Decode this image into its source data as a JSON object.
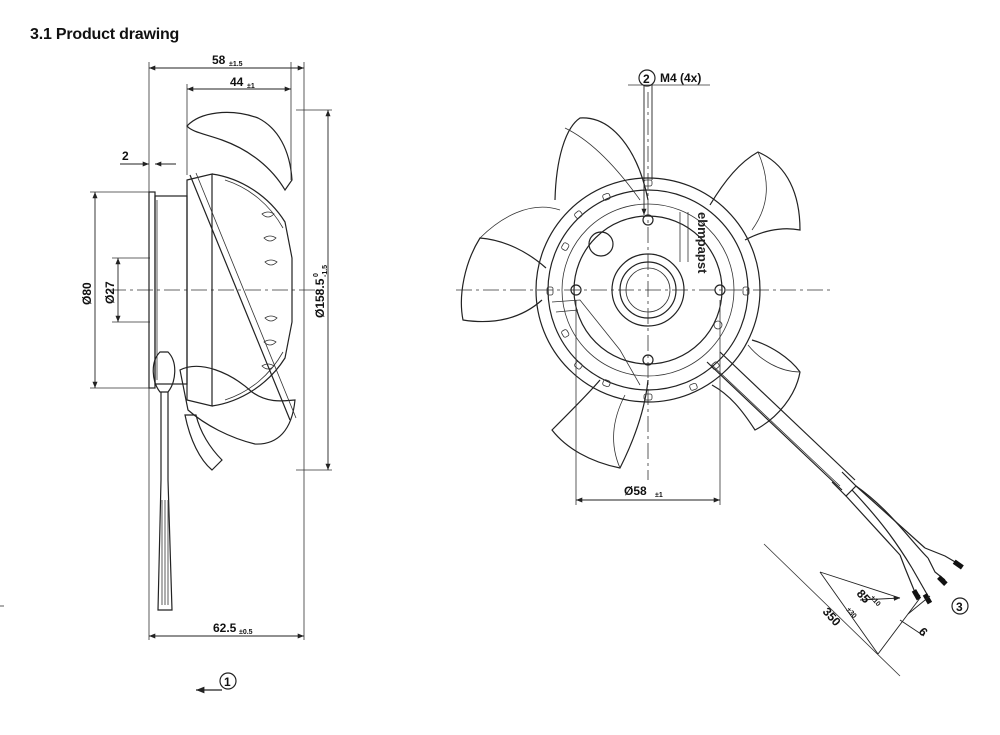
{
  "title": "3.1 Product drawing",
  "dims": {
    "width_58": "58",
    "tol_58": "±1.5",
    "width_44": "44",
    "tol_44": "±1",
    "offset_2": "2",
    "dia_80": "Ø80",
    "dia_27": "Ø27",
    "dia_158": "Ø158.5",
    "tol_158_top": "0",
    "tol_158_bot": "-1.5",
    "length_62": "62.5",
    "tol_62": "±0.5",
    "dia_58": "Ø58",
    "tol_dia_58": "±1",
    "m4": "M4 (4x)",
    "lead_350": "350",
    "tol_350": "±30",
    "lead_85": "85",
    "tol_85": "±10",
    "strip_6": "6"
  },
  "callouts": {
    "c1": "1",
    "c2": "2",
    "c3": "3"
  },
  "logo_text": "ebmpapst"
}
